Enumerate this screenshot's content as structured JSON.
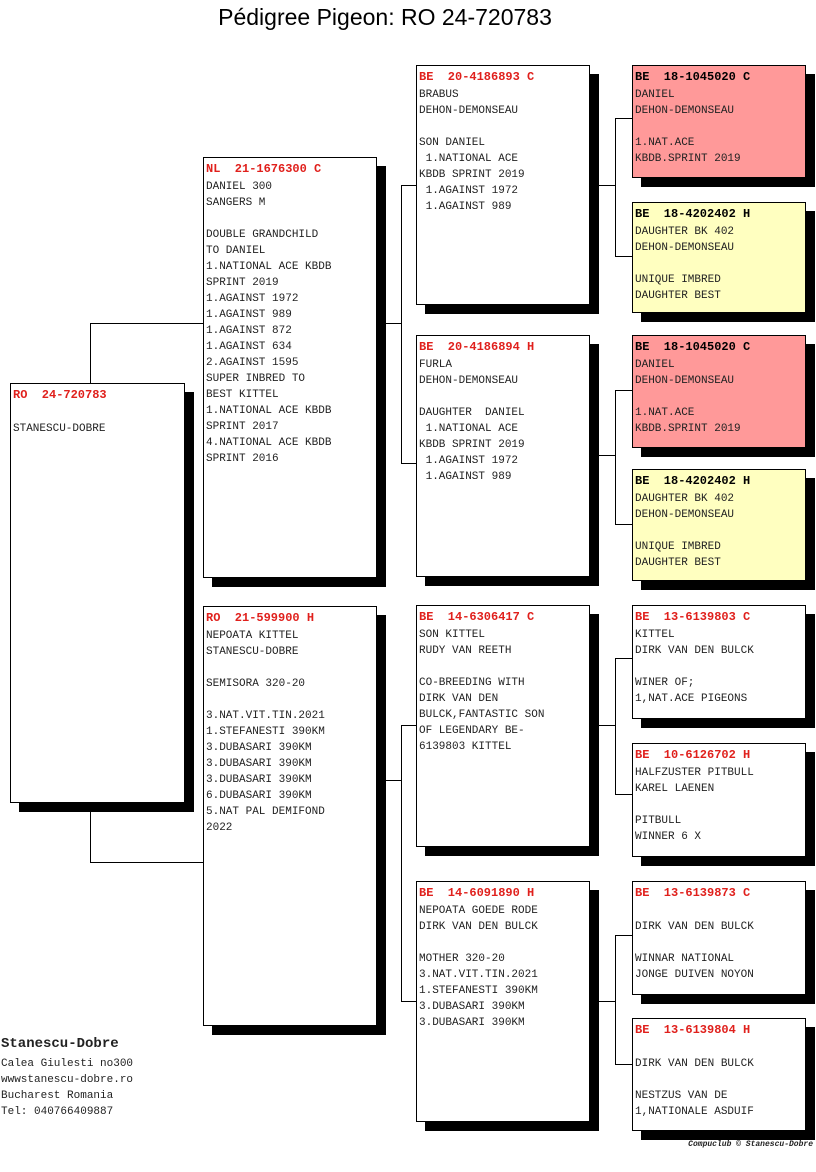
{
  "title": "Pédigree Pigeon: RO  24-720783",
  "pigeons": [
    {
      "id": "subject",
      "ring": "RO  24-720783",
      "color": "white",
      "lines": [
        "",
        "STANESCU-DOBRE"
      ]
    },
    {
      "id": "sire",
      "ring": "NL  21-1676300 C",
      "color": "white",
      "lines": [
        "DANIEL 300",
        "SANGERS M",
        "",
        "DOUBLE GRANDCHILD",
        "TO DANIEL",
        "1.NATIONAL ACE KBDB",
        "SPRINT 2019",
        "1.AGAINST 1972",
        "1.AGAINST 989",
        "1.AGAINST 872",
        "1.AGAINST 634",
        "2.AGAINST 1595",
        "SUPER INBRED TO",
        "BEST KITTEL",
        "1.NATIONAL ACE KBDB",
        "SPRINT 2017",
        "4.NATIONAL ACE KBDB",
        "SPRINT 2016"
      ]
    },
    {
      "id": "dam",
      "ring": "RO  21-599900 H",
      "color": "white",
      "lines": [
        "NEPOATA KITTEL",
        "STANESCU-DOBRE",
        "",
        "SEMISORA 320-20",
        "",
        "3.NAT.VIT.TIN.2021",
        "1.STEFANESTI 390KM",
        "3.DUBASARI 390KM",
        "3.DUBASARI 390KM",
        "3.DUBASARI 390KM",
        "6.DUBASARI 390KM",
        "5.NAT PAL DEMIFOND",
        "2022"
      ]
    },
    {
      "id": "ss",
      "ring": "BE  20-4186893 C",
      "color": "white",
      "lines": [
        "BRABUS",
        "DEHON-DEMONSEAU",
        "",
        "SON DANIEL",
        " 1.NATIONAL ACE",
        "KBDB SPRINT 2019",
        " 1.AGAINST 1972",
        " 1.AGAINST 989"
      ]
    },
    {
      "id": "sd",
      "ring": "BE  20-4186894 H",
      "color": "white",
      "lines": [
        "FURLA",
        "DEHON-DEMONSEAU",
        "",
        "DAUGHTER  DANIEL",
        " 1.NATIONAL ACE",
        "KBDB SPRINT 2019",
        " 1.AGAINST 1972",
        " 1.AGAINST 989"
      ]
    },
    {
      "id": "ds",
      "ring": "BE  14-6306417 C",
      "color": "white",
      "lines": [
        "SON KITTEL",
        "RUDY VAN REETH",
        "",
        "CO-BREEDING WITH",
        "DIRK VAN DEN",
        "BULCK,FANTASTIC SON",
        "OF LEGENDARY BE-",
        "6139803 KITTEL"
      ]
    },
    {
      "id": "dd",
      "ring": "BE  14-6091890 H",
      "color": "white",
      "lines": [
        "NEPOATA GOEDE RODE",
        "DIRK VAN DEN BULCK",
        "",
        "MOTHER 320-20",
        "3.NAT.VIT.TIN.2021",
        "1.STEFANESTI 390KM",
        "3.DUBASARI 390KM",
        "3.DUBASARI 390KM"
      ]
    },
    {
      "id": "sss",
      "ring": "BE  18-1045020 C",
      "color": "red",
      "lines": [
        "DANIEL",
        "DEHON-DEMONSEAU",
        "",
        "1.NAT.ACE",
        "KBDB.SPRINT 2019"
      ]
    },
    {
      "id": "ssd",
      "ring": "BE  18-4202402 H",
      "color": "yellow",
      "lines": [
        "DAUGHTER BK 402",
        "DEHON-DEMONSEAU",
        "",
        "UNIQUE IMBRED",
        "DAUGHTER BEST"
      ]
    },
    {
      "id": "sds",
      "ring": "BE  18-1045020 C",
      "color": "red",
      "lines": [
        "DANIEL",
        "DEHON-DEMONSEAU",
        "",
        "1.NAT.ACE",
        "KBDB.SPRINT 2019"
      ]
    },
    {
      "id": "sdd",
      "ring": "BE  18-4202402 H",
      "color": "yellow",
      "lines": [
        "DAUGHTER BK 402",
        "DEHON-DEMONSEAU",
        "",
        "UNIQUE IMBRED",
        "DAUGHTER BEST"
      ]
    },
    {
      "id": "dss",
      "ring": "BE  13-6139803 C",
      "color": "white",
      "lines": [
        "KITTEL",
        "DIRK VAN DEN BULCK",
        "",
        "WINER OF;",
        "1,NAT.ACE PIGEONS"
      ]
    },
    {
      "id": "dsd",
      "ring": "BE  10-6126702 H",
      "color": "white",
      "lines": [
        "HALFZUSTER PITBULL",
        "KAREL LAENEN",
        "",
        "PITBULL",
        "WINNER 6 X"
      ]
    },
    {
      "id": "dds",
      "ring": "BE  13-6139873 C",
      "color": "white",
      "lines": [
        "",
        "DIRK VAN DEN BULCK",
        "",
        "WINNAR NATIONAL",
        "JONGE DUIVEN NOYON"
      ]
    },
    {
      "id": "ddd",
      "ring": "BE  13-6139804 H",
      "color": "white",
      "lines": [
        "",
        "DIRK VAN DEN BULCK",
        "",
        "NESTZUS VAN DE",
        "1,NATIONALE ASDUIF"
      ]
    }
  ],
  "breeder": {
    "name": "Stanescu-Dobre",
    "lines": [
      "Calea Giulesti no300",
      "wwwstanescu-dobre.ro",
      "Bucharest Romania",
      "Tel: 040766409887"
    ]
  },
  "credit": "Compuclub © Stanescu-Dobre",
  "colors": {
    "ring": "#e0201c",
    "red": "#ff9999",
    "yellow": "#ffffc0"
  }
}
